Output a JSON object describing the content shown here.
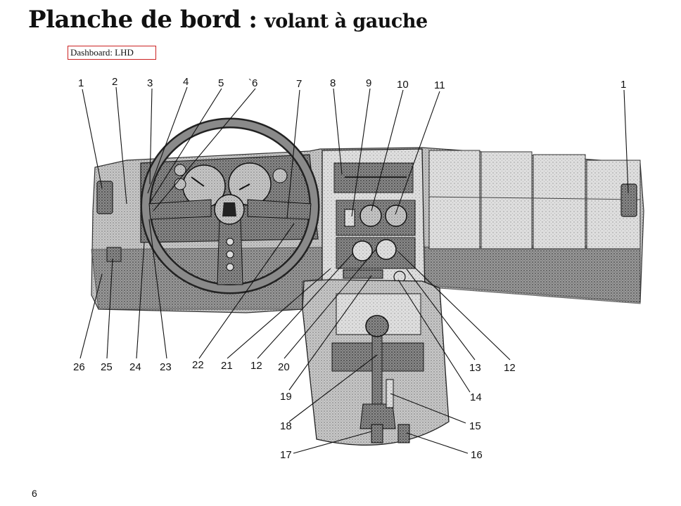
{
  "title": {
    "main": "Planche de bord :",
    "sub": "volant à gauche"
  },
  "caption_tag": "Dashboard: LHD",
  "callouts": [
    "1",
    "2",
    "3",
    "4",
    "5",
    "`6",
    "7",
    "8",
    "9",
    "10",
    "11",
    "1",
    "26",
    "25",
    "24",
    "23",
    "22",
    "21",
    "12",
    "20",
    "13",
    "12",
    "19",
    "14",
    "18",
    "15",
    "17",
    "16"
  ],
  "page_number": "6"
}
